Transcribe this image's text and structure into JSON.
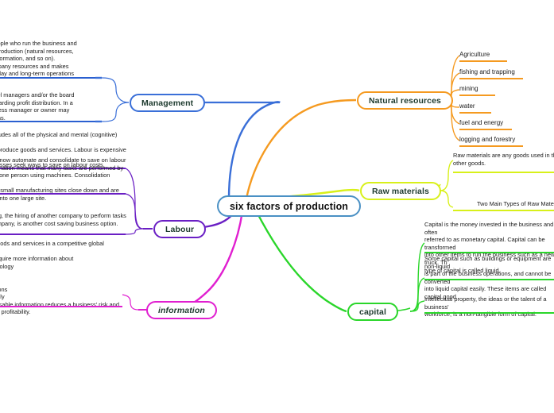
{
  "diagram": {
    "title": "six factors of production",
    "center": {
      "label": "six factors of production",
      "color": "#4a90c4"
    },
    "branches": [
      {
        "id": "management",
        "label": "Management",
        "color": "#3a6fd8"
      },
      {
        "id": "labour",
        "label": "Labour",
        "color": "#6a1fc4"
      },
      {
        "id": "information",
        "label": "information",
        "color": "#e01fd0"
      },
      {
        "id": "natural-resources",
        "label": "Natural resources",
        "color": "#f59a20"
      },
      {
        "id": "raw-materials",
        "label": "Raw materials",
        "color": "#d8f01a"
      },
      {
        "id": "capital",
        "label": "capital",
        "color": "#2ad62a"
      }
    ],
    "natural_resources_items": [
      {
        "label": "Agriculture"
      },
      {
        "label": "fishing and trapping"
      },
      {
        "label": "mining"
      },
      {
        "label": "water"
      },
      {
        "label": "fuel and energy"
      },
      {
        "label": "logging and forestry"
      }
    ],
    "notes": {
      "management_1": "he people who run the business and\nrs of production (natural resources,\nital, information, and so on).\ns company resources and makes\nay-to-day and long-term operations",
      "management_2": "er-level managers and/or the board\nns regarding profit distribution. In a\n business manager or owner may\necisions.",
      "labour_1": "our includes all of the physical and mental (cognitive) work\nded to produce goods and services. Labour is expensive so\nt businesses seek ways to save on labour costs.",
      "labour_2": "nesses now automate and consolidate to save on labour\ns. Automation means that many tasks are performed by\ner than one person using machines. Consolidation occurs\nn many small manufacturing sites close down and are\nralized into one large site.",
      "labour_3": "sourcing, the hiring of another company to perform tasks\nany company, is another cost saving business option.",
      "information_1": "duce goods and services in a competitive global market,\nsses require more information about\nw technology\ners\ntion\n conditions\n of supply\ne and usable information reduces a business' risk and\nance its profitability.",
      "raw_materials_1": "Raw materials are any goods used in the manufa\nother goods.",
      "raw_materials_2": "Two Main Types of Raw Materials",
      "capital_1": "Capital is the money invested in the business and is often\nreferred to as monetary capital. Capital can be transformed\ninto other items to run the business such as a new truck. Th\ntype of capital is called liquid.",
      "capital_2": "Some capital such as buildings or equipment are non-liquid\nis part of the business operations, and cannot be converted\ninto liquid capital easily. These items are called capital good",
      "capital_3": "Intellectual property, the ideas or the talent of a business'\nworkforce, is a non-tangible form of capital."
    }
  }
}
